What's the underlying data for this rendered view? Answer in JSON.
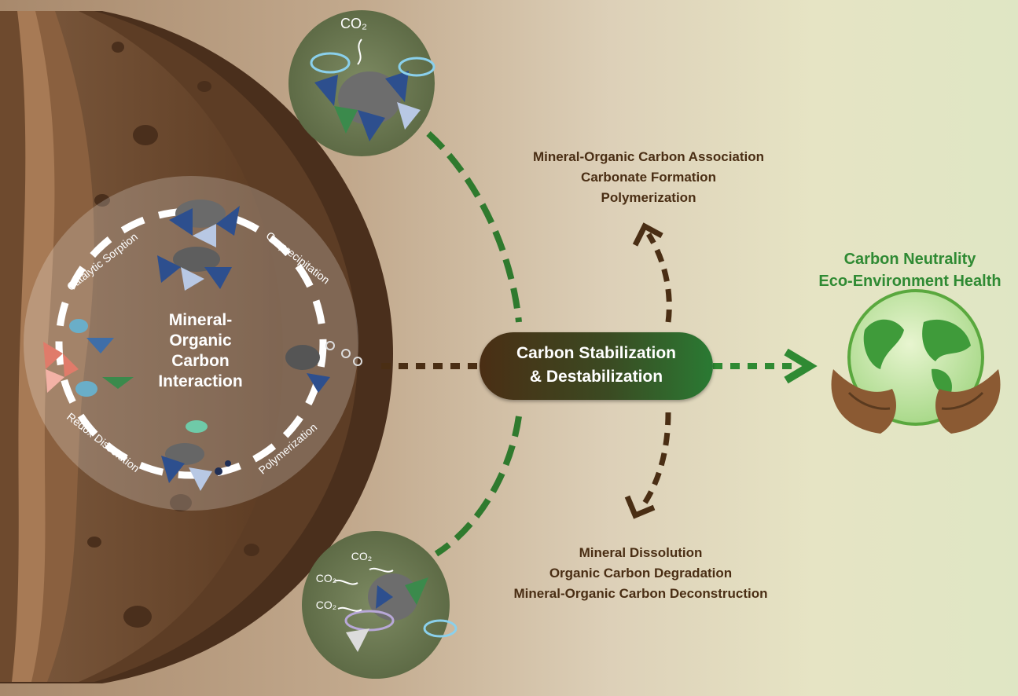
{
  "center_label": "Mineral-Organic Carbon Interaction",
  "center_lines": [
    "Mineral-",
    "Organic",
    "Carbon",
    "Interaction"
  ],
  "process_labels": {
    "catalytic_sorption": "Catalytic Sorption",
    "co_precipitation": "Co-precipitation",
    "redox_dissolution": "Redox Dissolution",
    "polymerization": "Polymerization"
  },
  "co2_label": "CO₂",
  "pill_lines": [
    "Carbon Stabilization",
    "& Destabilization"
  ],
  "stabilization_processes": [
    "Mineral-Organic Carbon Association",
    "Carbonate Formation",
    "Polymerization"
  ],
  "destabilization_processes": [
    "Mineral Dissolution",
    "Organic Carbon Degradation",
    "Mineral-Organic Carbon Deconstruction"
  ],
  "outcome_lines": [
    "Carbon Neutrality",
    "Eco-Environment Health"
  ],
  "colors": {
    "soil_dark": "#5a3a22",
    "soil_mid": "#7a5234",
    "green_accent": "#2f8a33",
    "brown_text": "#4a2e14",
    "mineral_blue": "#2d4f8e"
  }
}
